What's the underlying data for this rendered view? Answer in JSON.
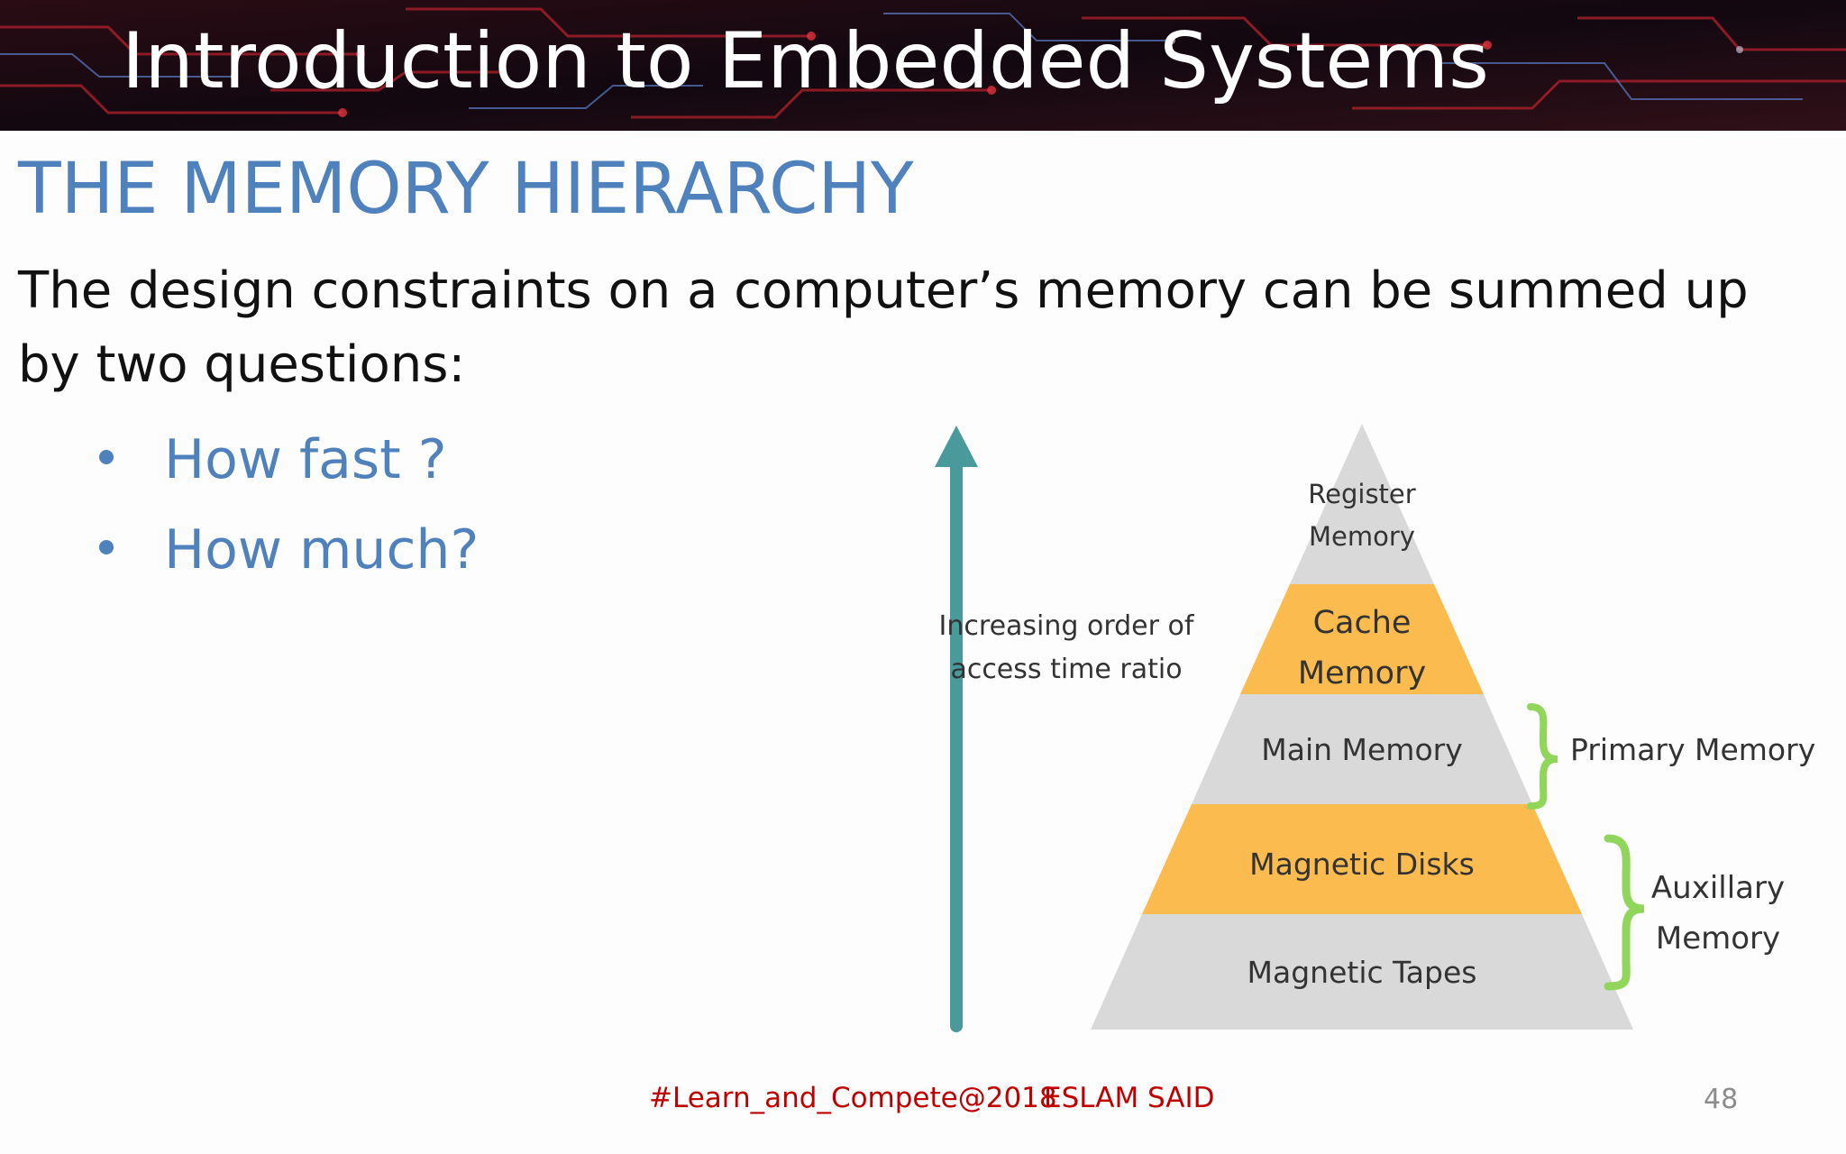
{
  "header": {
    "title": "Introduction to Embedded Systems"
  },
  "slide": {
    "heading": "THE MEMORY HIERARCHY",
    "body": "The design constraints on a computer’s memory can be summed up by two questions:",
    "bullets": [
      "How fast ?",
      "How much?"
    ]
  },
  "diagram": {
    "arrow_label_line1": "Increasing order of",
    "arrow_label_line2": "access time ratio",
    "levels": [
      {
        "line1": "Register",
        "line2": "Memory",
        "fill": "#d9d9d9"
      },
      {
        "line1": "Cache",
        "line2": "Memory",
        "fill": "#fbbb4f"
      },
      {
        "line1": "Main Memory",
        "line2": "",
        "fill": "#d9d9d9"
      },
      {
        "line1": "Magnetic Disks",
        "line2": "",
        "fill": "#fbbb4f"
      },
      {
        "line1": "Magnetic Tapes",
        "line2": "",
        "fill": "#d9d9d9"
      }
    ],
    "primary_label": "Primary Memory",
    "auxiliary_label_line1": "Auxillary",
    "auxiliary_label_line2": "Memory",
    "arrow_color": "#4a9a9c",
    "brace_color": "#8fd65a"
  },
  "footer": {
    "tag": "#Learn_and_Compete@2018",
    "author": "ESLAM SAID",
    "page_number": "48"
  },
  "colors": {
    "accent_blue": "#4f81bd",
    "footer_red": "#c00000"
  }
}
